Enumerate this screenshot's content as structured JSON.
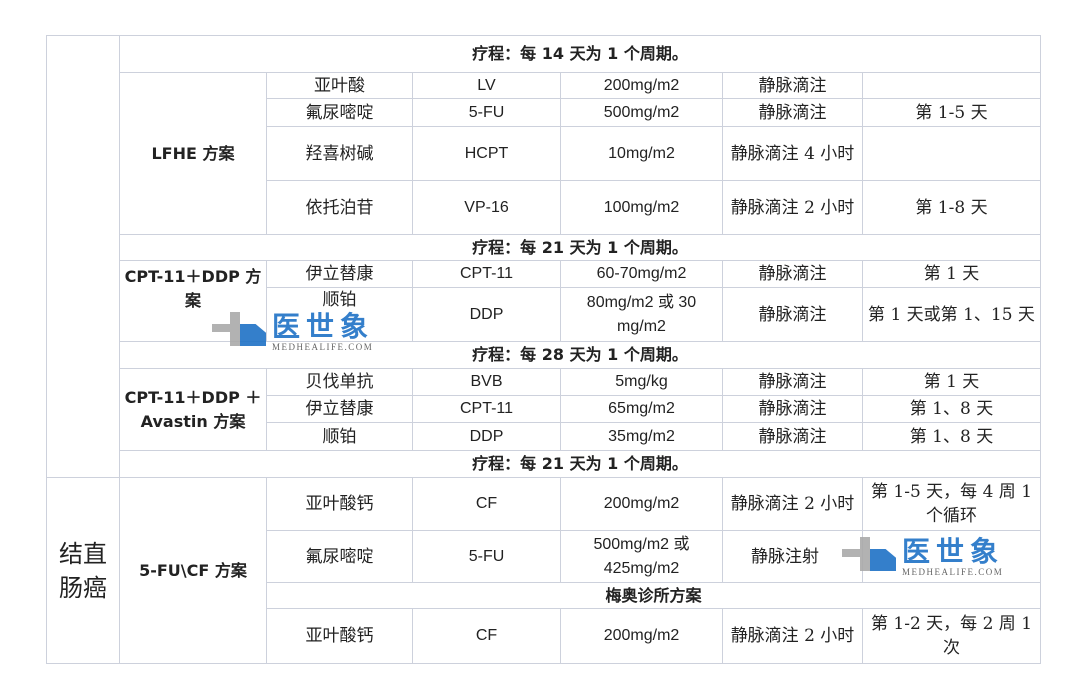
{
  "disease": "结直肠癌",
  "courses": {
    "c14": "疗程：每 14 天为 1 个周期。",
    "c21a": "疗程：每 21 天为 1 个周期。",
    "c28": "疗程：每 28 天为 1 个周期。",
    "c21b": "疗程：每 21 天为 1 个周期。"
  },
  "mayo": "梅奥诊所方案",
  "regimens": {
    "lfhe": {
      "name": "LFHE 方案",
      "rows": [
        {
          "drug": "亚叶酸",
          "abbr": "LV",
          "dose": "200mg/m2",
          "route": "静脉滴注",
          "days": ""
        },
        {
          "drug": "氟尿嘧啶",
          "abbr": "5-FU",
          "dose": "500mg/m2",
          "route": "静脉滴注",
          "days": "第 1-5 天"
        },
        {
          "drug": "羟喜树碱",
          "abbr": "HCPT",
          "dose": "10mg/m2",
          "route": "静脉滴注 4 小时",
          "days": ""
        },
        {
          "drug": "依托泊苷",
          "abbr": "VP-16",
          "dose": "100mg/m2",
          "route": "静脉滴注 2 小时",
          "days": "第 1-8 天"
        }
      ]
    },
    "cptddp": {
      "name": "CPT-11＋DDP 方案",
      "rows": [
        {
          "drug": "伊立替康",
          "abbr": "CPT-11",
          "dose": "60-70mg/m2",
          "route": "静脉滴注",
          "days": "第 1 天"
        },
        {
          "drug": "顺铂",
          "abbr": "DDP",
          "dose": "80mg/m2 或 30 mg/m2",
          "route": "静脉滴注",
          "days": "第 1 天或第 1、15 天"
        }
      ]
    },
    "cptddpav": {
      "name": "CPT-11＋DDP ＋Avastin 方案",
      "rows": [
        {
          "drug": "贝伐单抗",
          "abbr": "BVB",
          "dose": "5mg/kg",
          "route": "静脉滴注",
          "days": "第 1 天"
        },
        {
          "drug": "伊立替康",
          "abbr": "CPT-11",
          "dose": "65mg/m2",
          "route": "静脉滴注",
          "days": "第 1、8 天"
        },
        {
          "drug": "顺铂",
          "abbr": "DDP",
          "dose": "35mg/m2",
          "route": "静脉滴注",
          "days": "第 1、8 天"
        }
      ]
    },
    "fucf": {
      "name": "5-FU\\CF 方案",
      "rows": [
        {
          "drug": "亚叶酸钙",
          "abbr": "CF",
          "dose": "200mg/m2",
          "route": "静脉滴注 2 小时",
          "days": "第 1-5 天，每 4 周 1 个循环"
        },
        {
          "drug": "氟尿嘧啶",
          "abbr": "5-FU",
          "dose": "500mg/m2 或 425mg/m2",
          "route": "静脉注射",
          "days": ""
        },
        {
          "drug": "亚叶酸钙",
          "abbr": "CF",
          "dose": "200mg/m2",
          "route": "静脉滴注 2 小时",
          "days": "第 1-2 天，每 2 周 1 次"
        }
      ]
    }
  },
  "watermark": {
    "cn": "医世象",
    "en": "MEDHEALIFE.COM"
  }
}
